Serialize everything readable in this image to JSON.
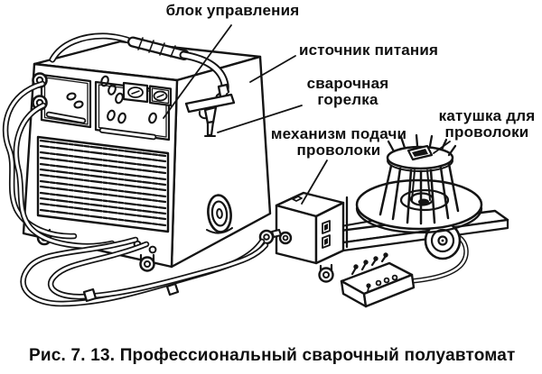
{
  "figure": {
    "caption": "Рис. 7. 13. Профессиональный сварочный полуавтомат"
  },
  "labels": {
    "control_unit": {
      "lines": [
        "блок управления"
      ]
    },
    "power_source": {
      "lines": [
        "источник питания"
      ]
    },
    "welding_torch": {
      "lines": [
        "сварочная",
        "горелка"
      ]
    },
    "wire_feed": {
      "lines": [
        "механизм подачи",
        "проволоки"
      ]
    },
    "wire_spool": {
      "lines": [
        "катушка для",
        "проволоки"
      ]
    }
  },
  "colors": {
    "ink": "#141414",
    "background": "#ffffff"
  }
}
